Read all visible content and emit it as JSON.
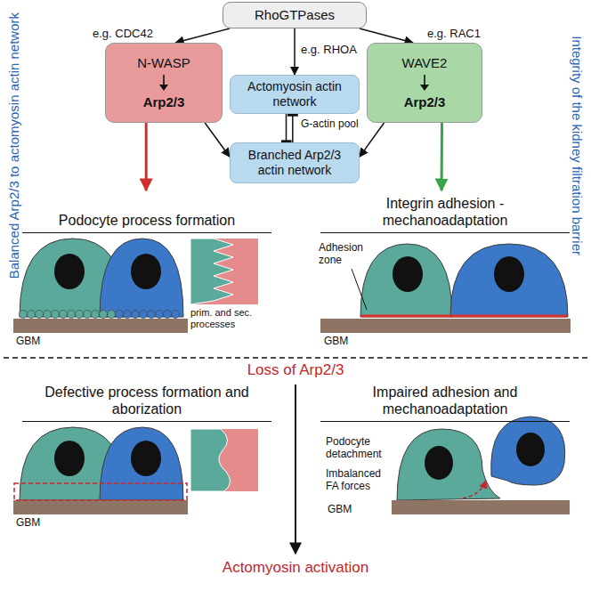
{
  "diagram": {
    "nodes": [
      {
        "text": [
          "RhoGTPases"
        ]
      },
      {
        "text": [
          "N-WASP",
          "Arp2/3"
        ]
      },
      {
        "text": [
          "Actomyosin actin network"
        ]
      },
      {
        "text": [
          "WAVE2",
          "Arp2/3"
        ]
      },
      {
        "text": [
          "Branched Arp2/3 actin network"
        ]
      },
      {
        "text": [
          "Podocyte process formation"
        ]
      },
      {
        "text": [
          "Integrin adhesion - mechanoadaptation"
        ]
      },
      {
        "text": [
          "Defective process formation and aborization"
        ]
      },
      {
        "text": [
          "Impaired adhesion and mechanoadaptation"
        ]
      }
    ],
    "edges": [
      {
        "from": 0,
        "to": 1,
        "arrow": "to",
        "label": "e.g. CDC42"
      },
      {
        "from": 0,
        "to": 2,
        "arrow": "to",
        "label": "e.g. RHOA"
      },
      {
        "from": 0,
        "to": 3,
        "arrow": "to",
        "label": "e.g. RAC1"
      },
      {
        "from": 1,
        "to": 4,
        "arrow": "to"
      },
      {
        "from": 3,
        "to": 4,
        "arrow": "to"
      },
      {
        "from": 2,
        "to": 4,
        "arrow": "to"
      },
      {
        "from": 4,
        "to": 2,
        "arrow": "to"
      },
      {
        "from": 1,
        "to": 5,
        "arrow": "to"
      },
      {
        "from": 3,
        "to": 6,
        "arrow": "to"
      }
    ],
    "labels": [
      "Balanced Arp2/3 to actomyosin actin network",
      "Integrity of the kidney filtration barrier",
      "G-actin pool",
      "GBM",
      "prim. and sec. processes",
      "Adhesion zone",
      "GBM",
      "Loss of Arp2/3",
      "GBM",
      "Podocyte detachment",
      "Imbalanced FA forces",
      "GBM",
      "Actomyosin activation"
    ]
  }
}
